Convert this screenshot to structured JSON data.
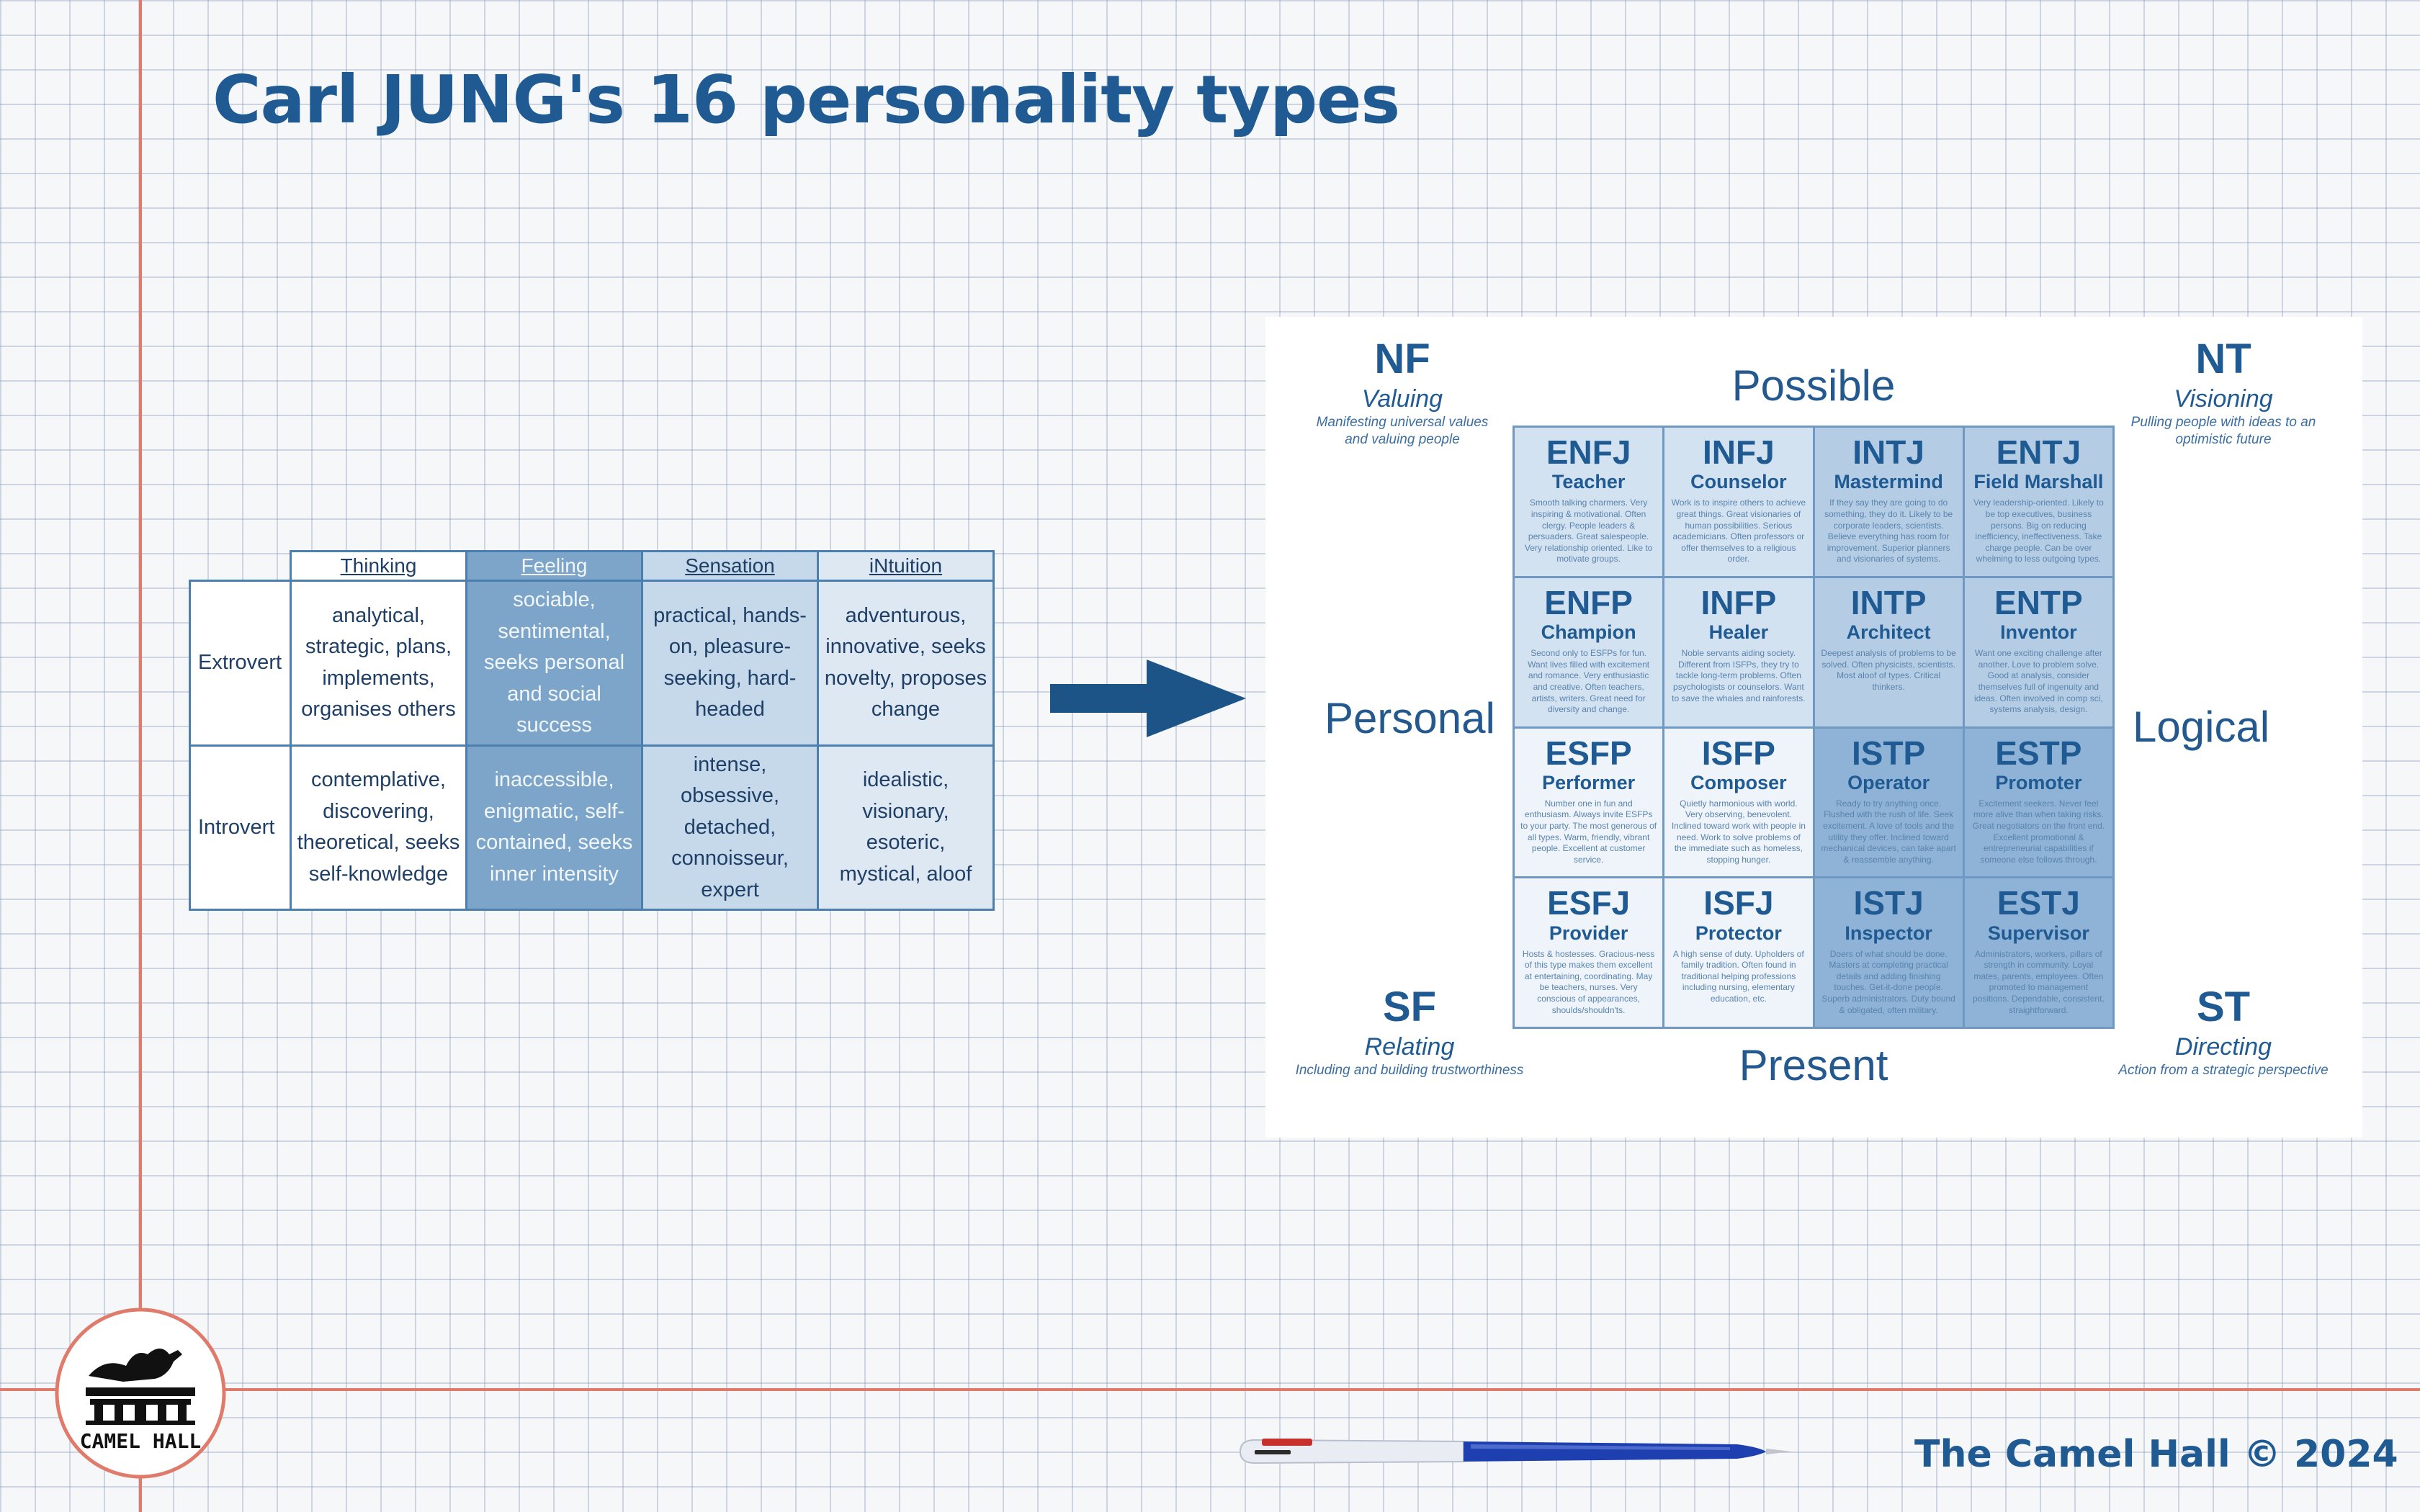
{
  "title": "Carl JUNG's 16 personality types",
  "table": {
    "columns": [
      "Thinking",
      "Feeling",
      "Sensation",
      "iNtuition"
    ],
    "rows": [
      {
        "label": "Extrovert",
        "cells": [
          "analytical, strategic, plans, implements, organises others",
          "sociable, sentimental, seeks personal and social success",
          "practical, hands-on, pleasure-seeking, hard-headed",
          "adventurous, innovative, seeks novelty, proposes change"
        ]
      },
      {
        "label": "Introvert",
        "cells": [
          "contemplative, discovering, theoretical, seeks self-knowledge",
          "inaccessible, enigmatic, self-contained, seeks inner intensity",
          "intense, obsessive, detached, connoisseur, expert",
          "idealistic, visionary, esoteric, mystical, aloof"
        ]
      }
    ]
  },
  "quadrants": {
    "nf": {
      "code": "NF",
      "word": "Valuing",
      "desc": "Manifesting universal values and valuing people"
    },
    "nt": {
      "code": "NT",
      "word": "Visioning",
      "desc": "Pulling people with ideas to an optimistic future"
    },
    "sf": {
      "code": "SF",
      "word": "Relating",
      "desc": "Including and building trustworthiness"
    },
    "st": {
      "code": "ST",
      "word": "Directing",
      "desc": "Action from a strategic perspective"
    }
  },
  "axes": {
    "top": "Possible",
    "bottom": "Present",
    "left": "Personal",
    "right": "Logical"
  },
  "types": [
    {
      "code": "ENFJ",
      "name": "Teacher",
      "desc": "Smooth talking charmers. Very inspiring & motivational. Often clergy. People leaders & persuaders. Great salespeople. Very relationship oriented. Like to motivate groups."
    },
    {
      "code": "INFJ",
      "name": "Counselor",
      "desc": "Work is to inspire others to achieve great things. Great visionaries of human possibilities. Serious academicians. Often professors or offer themselves to a religious order."
    },
    {
      "code": "INTJ",
      "name": "Mastermind",
      "desc": "If they say they are going to do something, they do it. Likely to be corporate leaders, scientists. Believe everything has room for improvement. Superior planners and visionaries of systems."
    },
    {
      "code": "ENTJ",
      "name": "Field Marshall",
      "desc": "Very leadership-oriented. Likely to be top executives, business persons. Big on reducing inefficiency, ineffectiveness. Take charge people. Can be over whelming to less outgoing types."
    },
    {
      "code": "ENFP",
      "name": "Champion",
      "desc": "Second only to ESFPs for fun. Want lives filled with excitement and romance. Very enthusiastic and creative. Often teachers, artists, writers. Great need for diversity and change."
    },
    {
      "code": "INFP",
      "name": "Healer",
      "desc": "Noble servants aiding society. Different from ISFPs, they try to tackle long-term problems. Often psychologists or counselors. Want to save the whales and rainforests."
    },
    {
      "code": "INTP",
      "name": "Architect",
      "desc": "Deepest analysis of problems to be solved. Often physicists, scientists. Most aloof of types. Critical thinkers."
    },
    {
      "code": "ENTP",
      "name": "Inventor",
      "desc": "Want one exciting challenge after another. Love to problem solve. Good at analysis, consider themselves full of ingenuity and ideas. Often involved in comp sci, systems analysis, design."
    },
    {
      "code": "ESFP",
      "name": "Performer",
      "desc": "Number one in fun and enthusiasm. Always invite ESFPs to your party. The most generous of all types. Warm, friendly, vibrant people. Excellent at customer service."
    },
    {
      "code": "ISFP",
      "name": "Composer",
      "desc": "Quietly harmonious with world. Very observing, benevolent. Inclined toward work with people in need. Work to solve problems of the immediate such as homeless, stopping hunger."
    },
    {
      "code": "ISTP",
      "name": "Operator",
      "desc": "Ready to try anything once. Flushed with the rush of life. Seek excitement. A love of tools and the utility they offer. Inclined toward mechanical devices, can take apart & reassemble anything."
    },
    {
      "code": "ESTP",
      "name": "Promoter",
      "desc": "Excitement seekers. Never feel more alive than when taking risks. Great negotiators on the front end. Excellent promotional & entrepreneurial capabilities if someone else follows through."
    },
    {
      "code": "ESFJ",
      "name": "Provider",
      "desc": "Hosts & hostesses. Gracious-ness of this type makes them excellent at entertaining, coordinating. May be teachers, nurses. Very conscious of appearances, shoulds/shouldn'ts."
    },
    {
      "code": "ISFJ",
      "name": "Protector",
      "desc": "A high sense of duty. Upholders of family tradition. Often found in traditional helping professions including nursing, elementary education, etc."
    },
    {
      "code": "ISTJ",
      "name": "Inspector",
      "desc": "Doers of what should be done. Masters at completing practical details and adding finishing touches. Get-it-done people. Superb administrators. Duty bound & obligated, often military."
    },
    {
      "code": "ESTJ",
      "name": "Supervisor",
      "desc": "Administrators, workers, pillars of strength in community. Loyal mates, parents, employees. Often promoted to management positions. Dependable, consistent, straightforward."
    }
  ],
  "logo": {
    "text": "CAMEL HALL"
  },
  "footer": "The Camel Hall © 2024",
  "colors": {
    "accent": "#1f5a93",
    "margin_line": "#e07a6a",
    "table_border": "#4b7fb0"
  }
}
